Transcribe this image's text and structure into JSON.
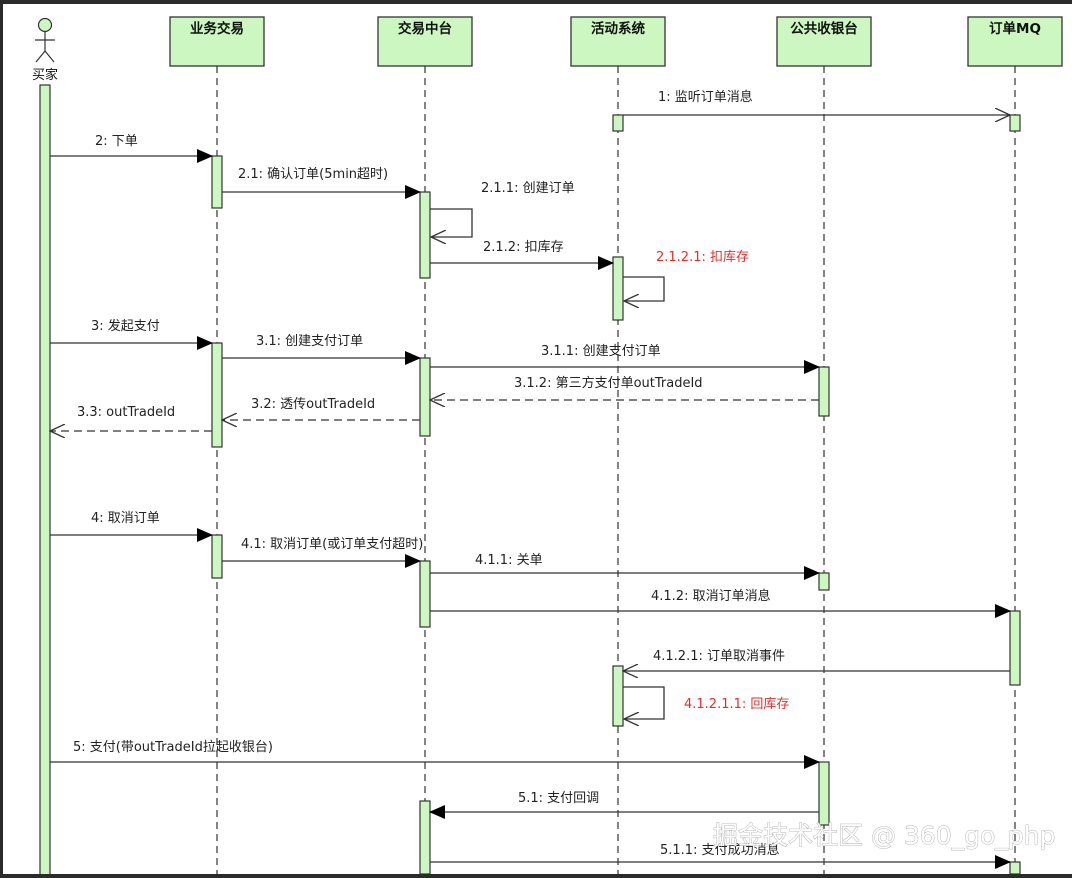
{
  "diagram": {
    "type": "sequence",
    "colors": {
      "activation_fill": "#ccf7c1",
      "box_fill": "#ccf7c1",
      "line": "#333333",
      "highlight_text": "#e0302c"
    },
    "actor": {
      "id": "buyer",
      "label": "买家",
      "icon": "stick-figure-icon"
    },
    "participants": [
      {
        "id": "biz",
        "label": "业务交易"
      },
      {
        "id": "mid",
        "label": "交易中台"
      },
      {
        "id": "act",
        "label": "活动系统"
      },
      {
        "id": "cash",
        "label": "公共收银台"
      },
      {
        "id": "mq",
        "label": "订单MQ"
      }
    ],
    "messages": [
      {
        "label": "1: 监听订单消息",
        "from": "act",
        "to": "mq",
        "style": "async",
        "highlight": false
      },
      {
        "label": "2: 下单",
        "from": "buyer",
        "to": "biz",
        "style": "sync",
        "highlight": false
      },
      {
        "label": "2.1: 确认订单(5min超时)",
        "from": "biz",
        "to": "mid",
        "style": "sync",
        "highlight": false
      },
      {
        "label": "2.1.1: 创建订单",
        "from": "mid",
        "to": "mid",
        "style": "self",
        "highlight": false
      },
      {
        "label": "2.1.2: 扣库存",
        "from": "mid",
        "to": "act",
        "style": "sync",
        "highlight": false
      },
      {
        "label": "2.1.2.1: 扣库存",
        "from": "act",
        "to": "act",
        "style": "self",
        "highlight": true
      },
      {
        "label": "3: 发起支付",
        "from": "buyer",
        "to": "biz",
        "style": "sync",
        "highlight": false
      },
      {
        "label": "3.1: 创建支付订单",
        "from": "biz",
        "to": "mid",
        "style": "sync",
        "highlight": false
      },
      {
        "label": "3.1.1: 创建支付订单",
        "from": "mid",
        "to": "cash",
        "style": "sync",
        "highlight": false
      },
      {
        "label": "3.1.2: 第三方支付单outTradeId",
        "from": "cash",
        "to": "mid",
        "style": "return",
        "highlight": false
      },
      {
        "label": "3.2: 透传outTradeId",
        "from": "mid",
        "to": "biz",
        "style": "return",
        "highlight": false
      },
      {
        "label": "3.3: outTradeId",
        "from": "biz",
        "to": "buyer",
        "style": "return",
        "highlight": false
      },
      {
        "label": "4: 取消订单",
        "from": "buyer",
        "to": "biz",
        "style": "sync",
        "highlight": false
      },
      {
        "label": "4.1: 取消订单(或订单支付超时)",
        "from": "biz",
        "to": "mid",
        "style": "sync",
        "highlight": false
      },
      {
        "label": "4.1.1: 关单",
        "from": "mid",
        "to": "cash",
        "style": "sync",
        "highlight": false
      },
      {
        "label": "4.1.2: 取消订单消息",
        "from": "mid",
        "to": "mq",
        "style": "sync",
        "highlight": false
      },
      {
        "label": "4.1.2.1: 订单取消事件",
        "from": "mq",
        "to": "act",
        "style": "async",
        "highlight": false
      },
      {
        "label": "4.1.2.1.1: 回库存",
        "from": "act",
        "to": "act",
        "style": "self",
        "highlight": true
      },
      {
        "label": "5: 支付(带outTradeId拉起收银台)",
        "from": "buyer",
        "to": "cash",
        "style": "sync",
        "highlight": false
      },
      {
        "label": "5.1: 支付回调",
        "from": "cash",
        "to": "mid",
        "style": "sync",
        "highlight": false
      },
      {
        "label": "5.1.1: 支付成功消息",
        "from": "mid",
        "to": "mq",
        "style": "sync",
        "highlight": false
      }
    ]
  },
  "watermark": "掘金技术社区 @ 360_go_php"
}
